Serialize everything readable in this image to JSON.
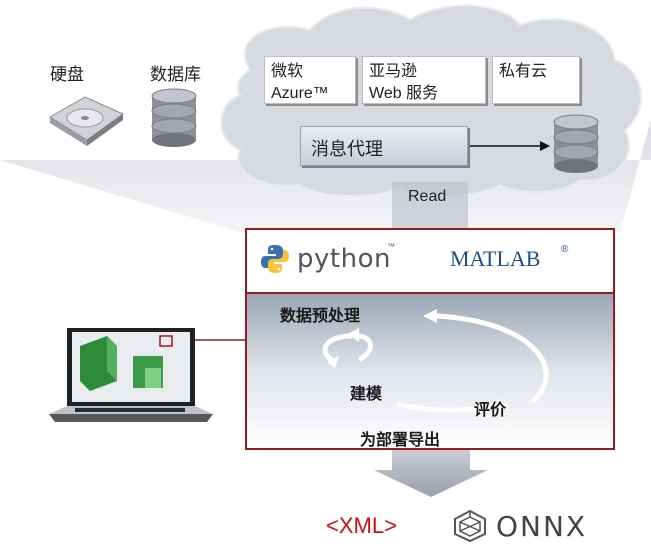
{
  "storage": {
    "disk_label": "硬盘",
    "database_label": "数据库"
  },
  "cloud": {
    "azure_label": "微软\nAzure™",
    "aws_label": "亚马逊\nWeb 服务",
    "private_label": "私有云",
    "broker_label": "消息代理"
  },
  "read_label": "Read",
  "tools": {
    "python_label": "python",
    "python_tm": "™",
    "matlab_label": "MATLAB",
    "matlab_reg": "®"
  },
  "workflow": {
    "preprocess": "数据预处理",
    "model": "建模",
    "evaluate": "评价",
    "deploy": "为部署导出"
  },
  "outputs": {
    "xml": "<XML>",
    "onnx": "ONNX"
  },
  "colors": {
    "accent_red": "#9b1b1b",
    "xml_red": "#d01010",
    "cloud_gray": "#d3d6dc"
  }
}
